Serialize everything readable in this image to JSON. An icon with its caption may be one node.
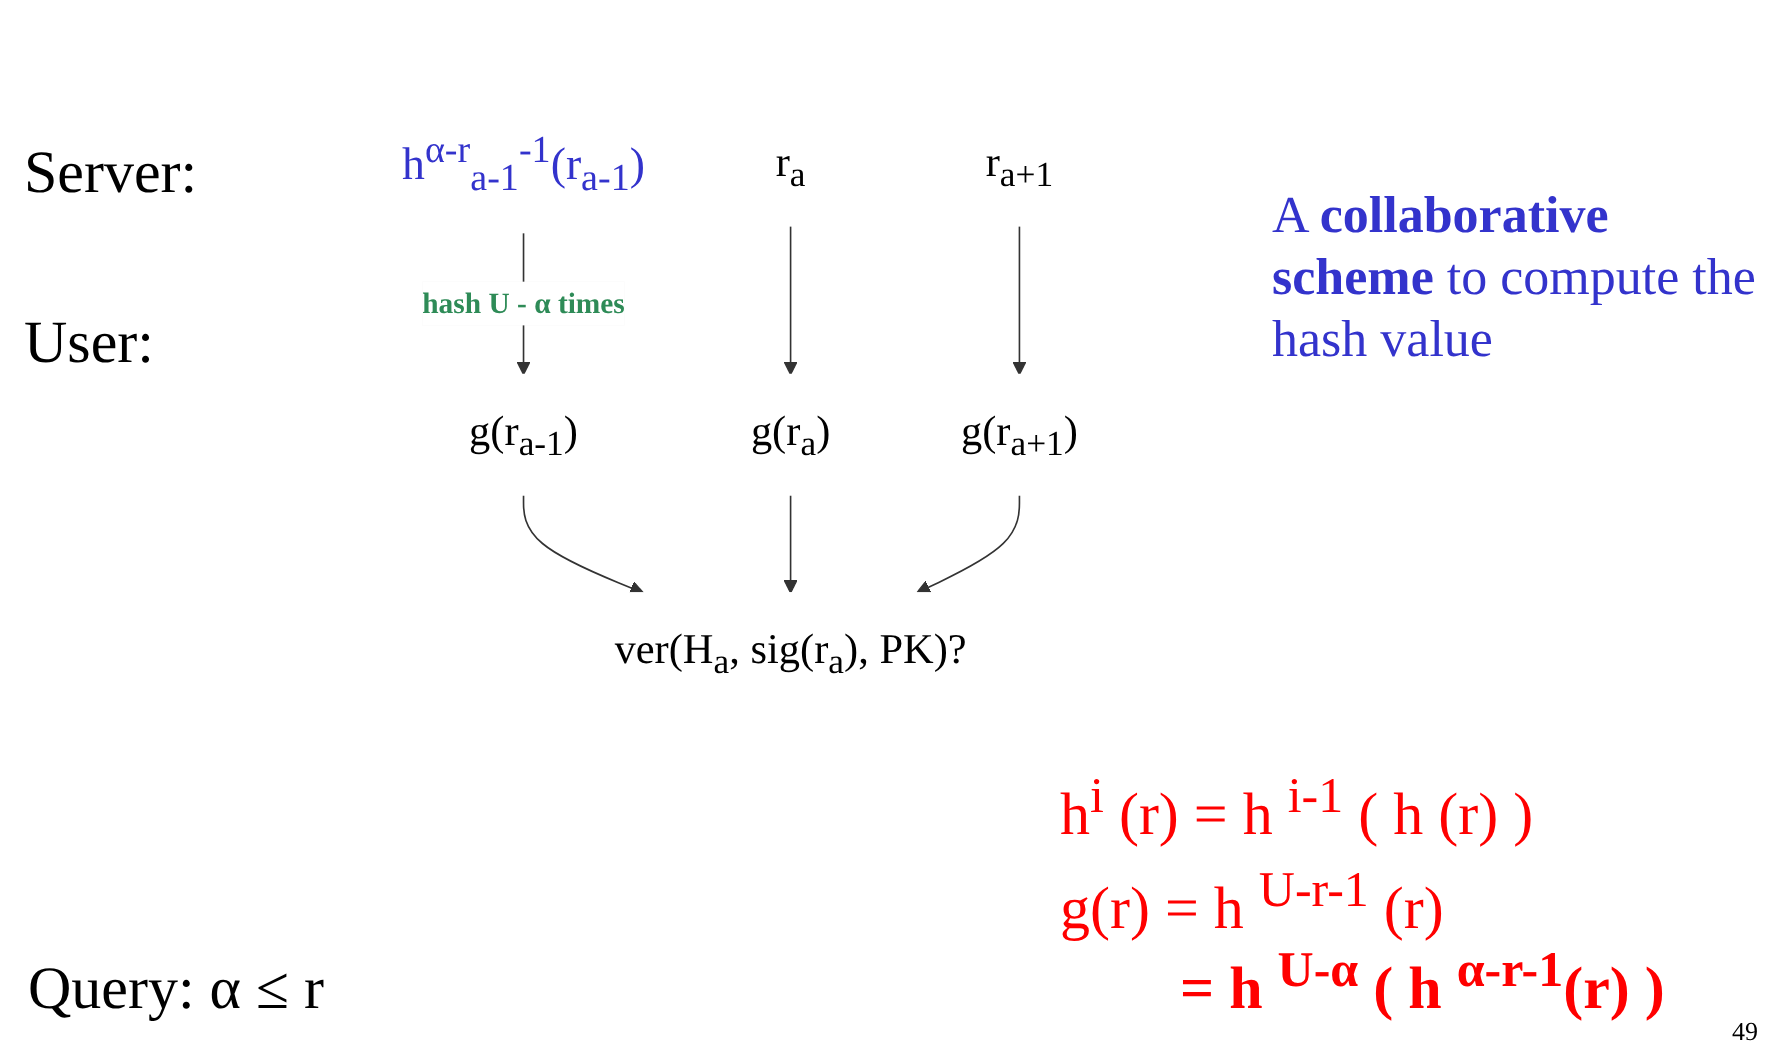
{
  "diagram": {
    "nodes": [
      {
        "text": [
          "h$^{α-r}$$_{a-1}$$^{-1}$(r$_{a-1}$)"
        ]
      },
      {
        "text": [
          "r$_{a}$"
        ]
      },
      {
        "text": [
          "r$_{a+1}$"
        ]
      },
      {
        "text": [
          "g(r$_{a-1}$)"
        ]
      },
      {
        "text": [
          "g(r$_{a}$)"
        ]
      },
      {
        "text": [
          "g(r$_{a+1}$)"
        ]
      },
      {
        "text": [
          "ver(H$_{a}$, sig(r$_{a}$), PK)?"
        ]
      }
    ],
    "edges": [
      {
        "from": 0,
        "to": 3,
        "arrow": "to",
        "label": "hash U - α times"
      },
      {
        "from": 1,
        "to": 4,
        "arrow": "to"
      },
      {
        "from": 2,
        "to": 5,
        "arrow": "to"
      },
      {
        "from": 3,
        "to": 6,
        "arrow": "to"
      },
      {
        "from": 4,
        "to": 6,
        "arrow": "to"
      },
      {
        "from": 5,
        "to": 6,
        "arrow": "to"
      }
    ],
    "labels": [
      "Server:",
      "User:",
      "A **collaborative scheme** to compute the hash value",
      "h$^{i}$ (r) = h $^{i-1}$ ( h (r) )",
      "g(r) = h $^{U-r-1}$ (r)",
      "= **h $^{U-α}$ ( h $^{α-r-1}$(r) )**",
      "Query: α ≤ r",
      "49"
    ]
  }
}
